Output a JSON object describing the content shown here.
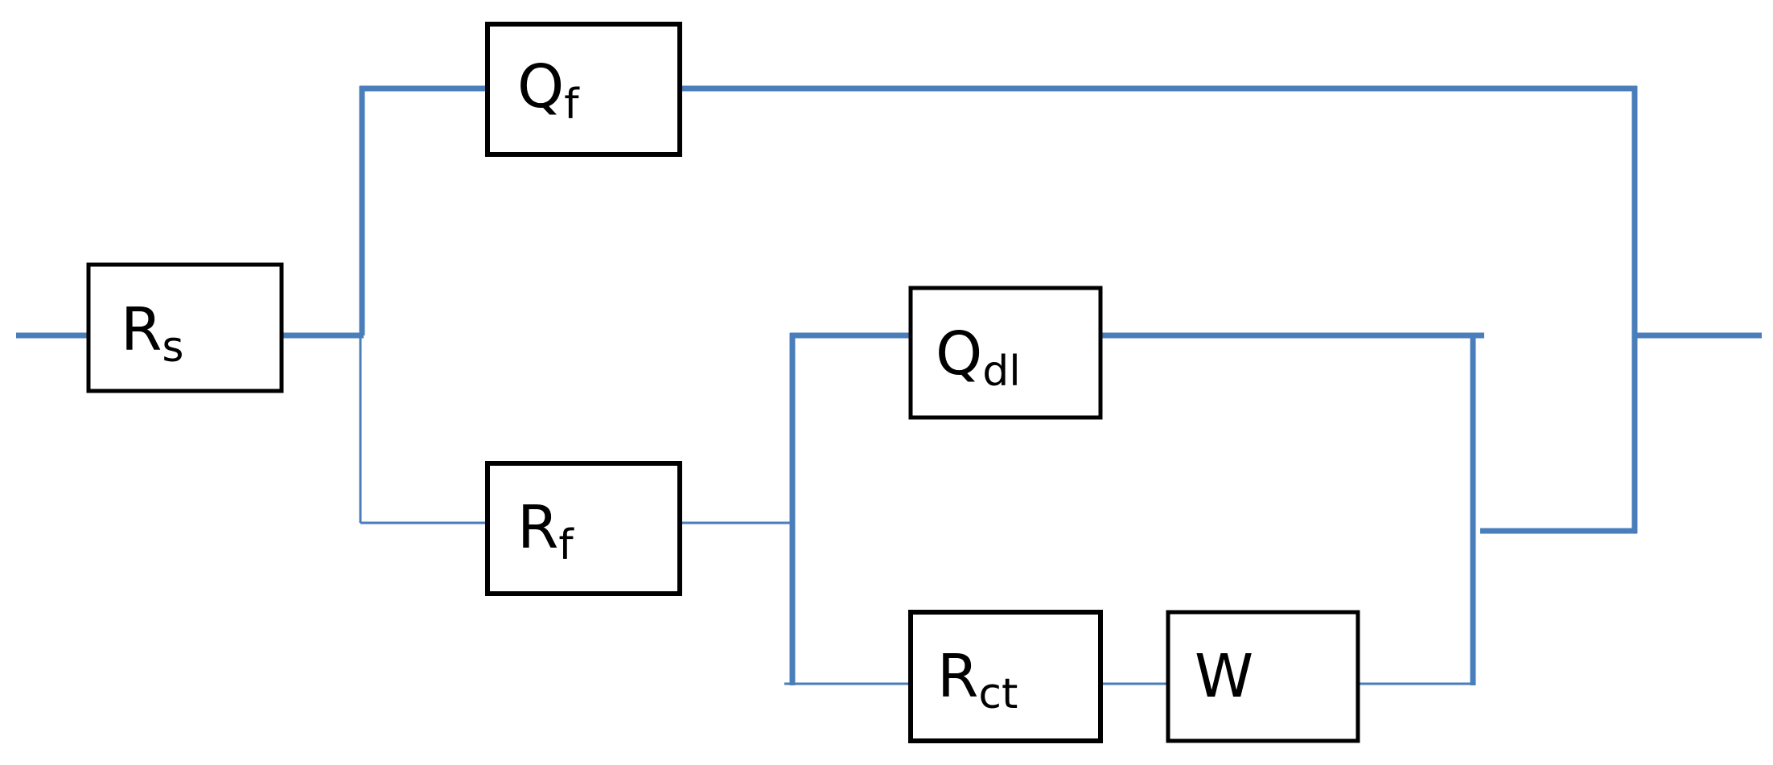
{
  "diagram": {
    "wire_color": "#4a7ebb",
    "box_border_color": "#000000",
    "box_fill": "#ffffff",
    "components": {
      "rs": {
        "main": "R",
        "sub": "s"
      },
      "qf": {
        "main": "Q",
        "sub": "f"
      },
      "rf": {
        "main": "R",
        "sub": "f"
      },
      "qdl": {
        "main": "Q",
        "sub": "dl"
      },
      "rct": {
        "main": "R",
        "sub": "ct"
      },
      "w": {
        "main": "W",
        "sub": ""
      }
    }
  }
}
